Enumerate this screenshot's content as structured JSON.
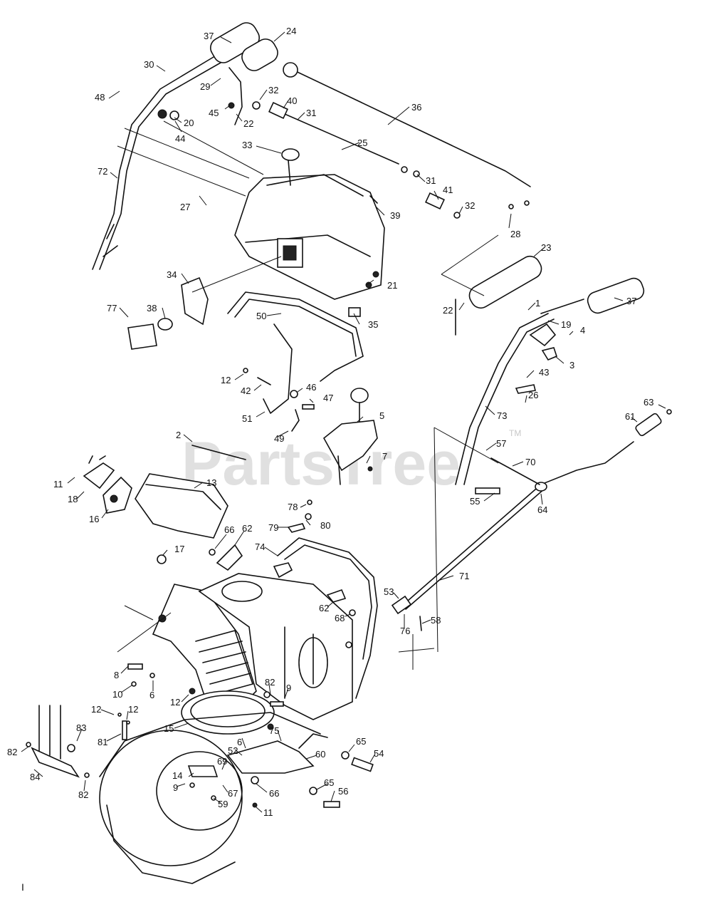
{
  "watermark": {
    "text": "PartsTree",
    "trademark": "TM"
  },
  "footer_mark": "I",
  "part_labels": [
    "37",
    "24",
    "30",
    "48",
    "29",
    "32",
    "45",
    "40",
    "31",
    "36",
    "20",
    "22",
    "44",
    "33",
    "25",
    "72",
    "27",
    "31",
    "41",
    "32",
    "39",
    "28",
    "21",
    "23",
    "34",
    "77",
    "38",
    "50",
    "35",
    "22",
    "1",
    "19",
    "4",
    "3",
    "37",
    "12",
    "42",
    "46",
    "47",
    "51",
    "49",
    "43",
    "26",
    "73",
    "5",
    "2",
    "7",
    "63",
    "61",
    "11",
    "18",
    "13",
    "57",
    "70",
    "16",
    "55",
    "64",
    "78",
    "80",
    "79",
    "66",
    "62",
    "17",
    "74",
    "71",
    "53",
    "62",
    "68",
    "76",
    "58",
    "8",
    "10",
    "6",
    "82",
    "9",
    "12",
    "12",
    "12",
    "83",
    "81",
    "15",
    "6",
    "75",
    "65",
    "54",
    "82",
    "52",
    "60",
    "84",
    "14",
    "69",
    "65",
    "56",
    "82",
    "9",
    "67",
    "66",
    "59",
    "11"
  ]
}
